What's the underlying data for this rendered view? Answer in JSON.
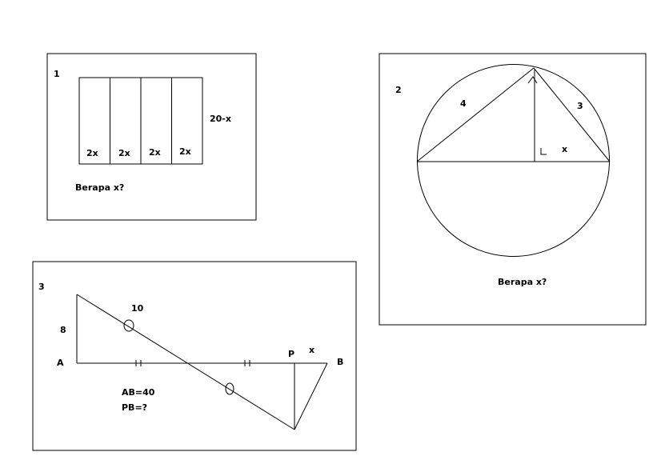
{
  "problem1": {
    "number": "1",
    "cells": [
      "2x",
      "2x",
      "2x",
      "2x"
    ],
    "side_label": "20-x",
    "question": "Berapa x?"
  },
  "problem2": {
    "number": "2",
    "chord_left": "4",
    "chord_right": "3",
    "segment_label": "x",
    "question": "Berapa x?"
  },
  "problem3": {
    "number": "3",
    "height_label": "8",
    "hyp_label": "10",
    "point_a": "A",
    "point_p": "P",
    "point_b": "B",
    "pb_label": "x",
    "given": "AB=40",
    "asked": "PB=?"
  },
  "colors": {
    "stroke": "#000000",
    "background": "#ffffff"
  }
}
